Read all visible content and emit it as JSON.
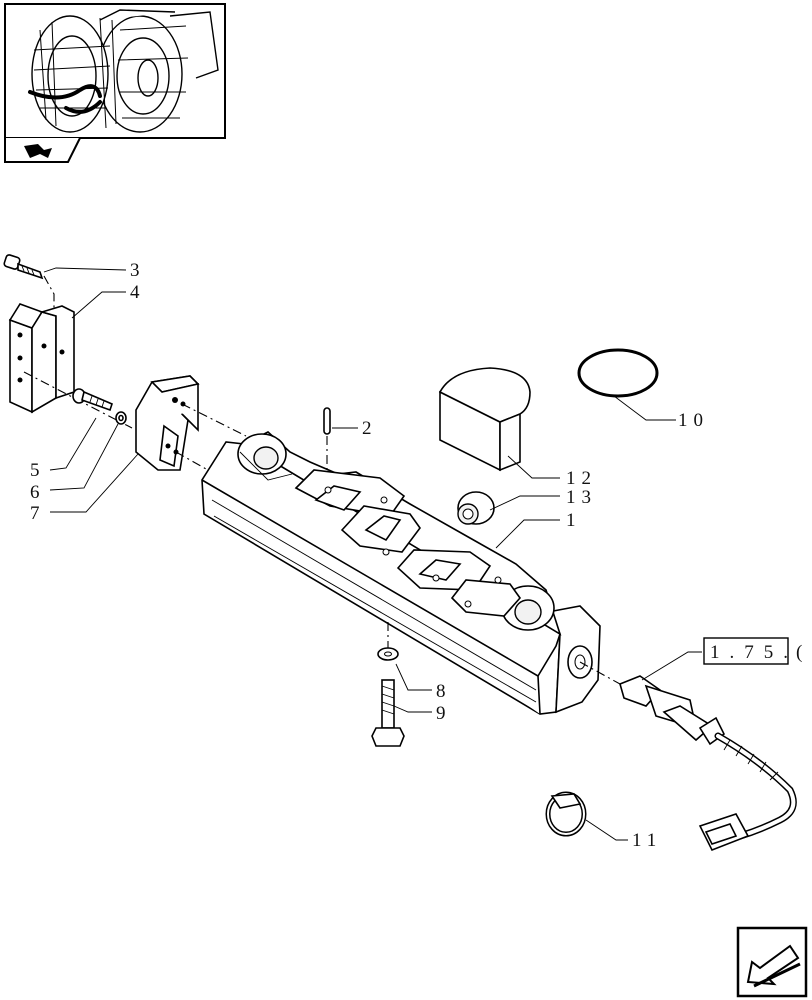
{
  "callouts": [
    {
      "id": "c1",
      "label": "1"
    },
    {
      "id": "c2",
      "label": "2"
    },
    {
      "id": "c3",
      "label": "3"
    },
    {
      "id": "c4",
      "label": "4"
    },
    {
      "id": "c5",
      "label": "5"
    },
    {
      "id": "c6",
      "label": "6"
    },
    {
      "id": "c7",
      "label": "7"
    },
    {
      "id": "c8",
      "label": "8"
    },
    {
      "id": "c9",
      "label": "9"
    },
    {
      "id": "c10",
      "label": "10"
    },
    {
      "id": "c11",
      "label": "11"
    },
    {
      "id": "c12",
      "label": "12"
    },
    {
      "id": "c13",
      "label": "13"
    }
  ],
  "reference": {
    "text": "1.75.",
    "suffix": "("
  },
  "icons": {
    "thumbnail": "tractor-thumbnail-icon",
    "nav_arrow": "next-page-arrow-icon",
    "section": "section-flag-icon"
  }
}
